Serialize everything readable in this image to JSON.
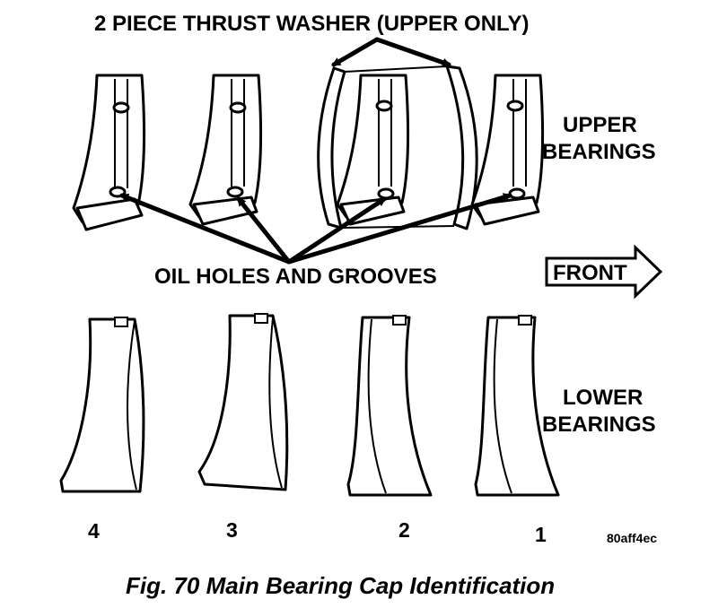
{
  "labels": {
    "thrust_washer": "2 PIECE THRUST WASHER (UPPER ONLY)",
    "upper_line1": "UPPER",
    "upper_line2": "BEARINGS",
    "oil_holes": "OIL HOLES AND GROOVES",
    "front": "FRONT",
    "lower_line1": "LOWER",
    "lower_line2": "BEARINGS"
  },
  "positions": [
    "4",
    "3",
    "2",
    "1"
  ],
  "image_code": "80aff4ec",
  "caption": "Fig. 70 Main Bearing Cap Identification"
}
